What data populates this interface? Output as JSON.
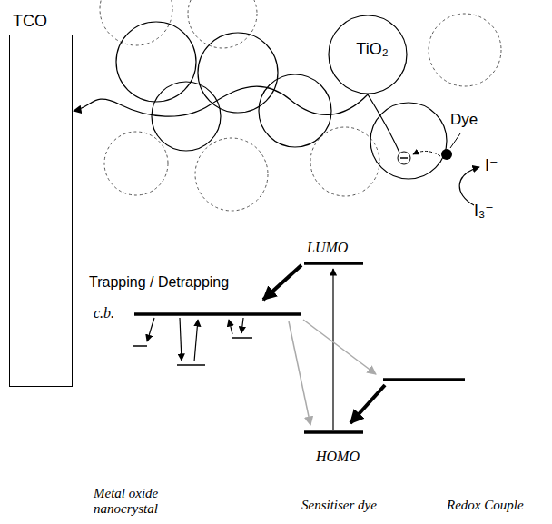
{
  "diagram": {
    "nodes": [
      {
        "text": [
          "TCO"
        ]
      },
      {
        "text": [
          "TiO₂"
        ]
      }
    ],
    "edges": [
      {
        "from": 1,
        "to": 0,
        "arrow": "to"
      }
    ],
    "labels": [
      "Dye",
      "I⁻",
      "I₃⁻",
      "LUMO",
      "Trapping / Detrapping",
      "c.b.",
      "HOMO",
      "Metal oxide nanocrystal",
      "Sensitiser dye",
      "Redox Couple"
    ]
  }
}
